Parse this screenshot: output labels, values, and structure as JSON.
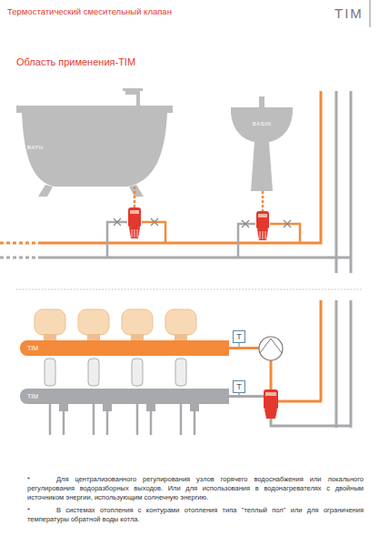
{
  "diagram": {
    "title": "Область применения-TIM",
    "nodes": [
      {
        "text": [
          "BATH"
        ]
      },
      {
        "text": [
          "BASIN"
        ]
      },
      {
        "text": [
          "TIM"
        ]
      },
      {
        "text": [
          "TIM"
        ]
      },
      {
        "text": [
          "T"
        ]
      },
      {
        "text": [
          "T"
        ]
      }
    ],
    "labels": [
      "Термостатический смесительный клапан",
      "TIM",
      "*",
      "Для централизованного регулирования узлов горячего водоснабжения или локального регулирования водоразборных выходов. Или для использования в водонагревателях с двойным источником энергии, использующим солнечную энергию.",
      "*",
      "В системах отопления с контурами отопления типа \"теплый пол\" или для ограничения температуры обратной воды котла."
    ]
  }
}
